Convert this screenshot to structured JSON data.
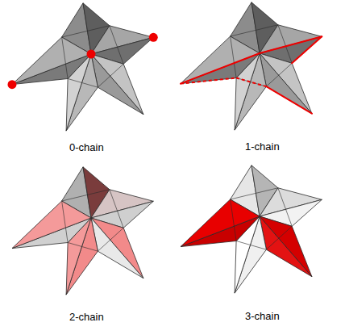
{
  "diagram": {
    "labels": [
      "0-chain",
      "1-chain",
      "2-chain",
      "3-chain"
    ]
  }
}
